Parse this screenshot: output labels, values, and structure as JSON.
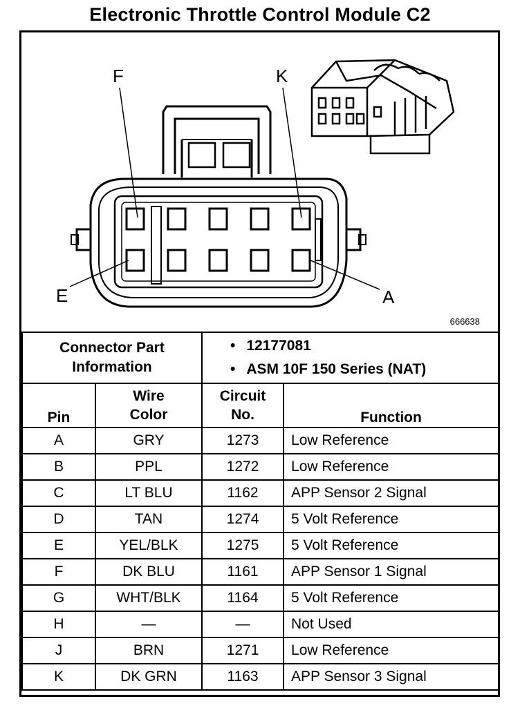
{
  "title": "Electronic Throttle Control Module C2",
  "diagram": {
    "pin_labels": {
      "F": "F",
      "K": "K",
      "E": "E",
      "A": "A"
    },
    "figure_number": "666638"
  },
  "connector_info": {
    "label": "Connector Part Information",
    "items": [
      "12177081",
      "ASM 10F 150 Series (NAT)"
    ]
  },
  "table": {
    "headers": [
      "Pin",
      "Wire Color",
      "Circuit No.",
      "Function"
    ],
    "rows": [
      [
        "A",
        "GRY",
        "1273",
        "Low Reference"
      ],
      [
        "B",
        "PPL",
        "1272",
        "Low Reference"
      ],
      [
        "C",
        "LT BLU",
        "1162",
        "APP Sensor 2 Signal"
      ],
      [
        "D",
        "TAN",
        "1274",
        "5 Volt Reference"
      ],
      [
        "E",
        "YEL/BLK",
        "1275",
        "5 Volt Reference"
      ],
      [
        "F",
        "DK BLU",
        "1161",
        "APP Sensor 1 Signal"
      ],
      [
        "G",
        "WHT/BLK",
        "1164",
        "5 Volt Reference"
      ],
      [
        "H",
        "—",
        "—",
        "Not Used"
      ],
      [
        "J",
        "BRN",
        "1271",
        "Low Reference"
      ],
      [
        "K",
        "DK GRN",
        "1163",
        "APP Sensor 3 Signal"
      ]
    ]
  }
}
